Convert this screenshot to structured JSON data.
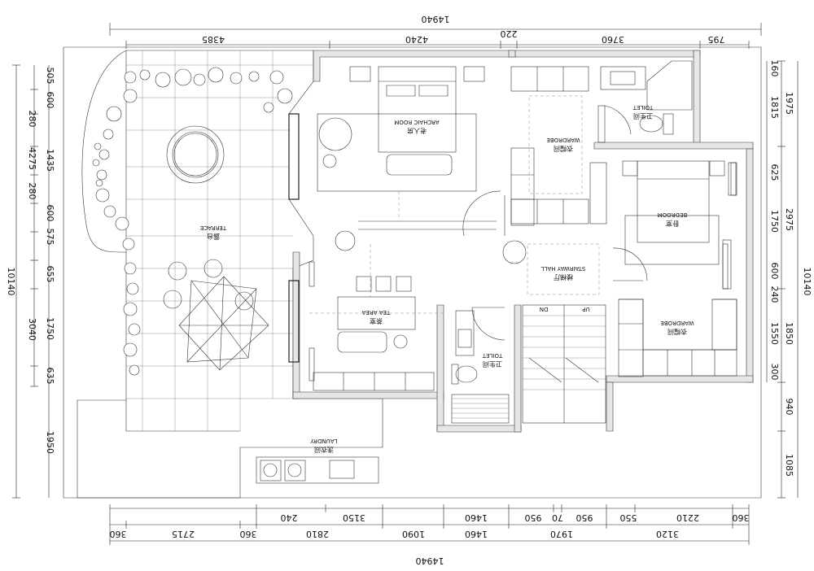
{
  "dimensions": {
    "top_total": "14940",
    "top_row": [
      "4385",
      "4240",
      "220",
      "3760",
      "795"
    ],
    "bottom_total": "14940",
    "bottom_row1": [
      "360",
      "2715",
      "360",
      "2810",
      "1090",
      "1460",
      "1970",
      "3120",
      "360"
    ],
    "bottom_row2": [
      "240",
      "3150",
      "1460",
      "950",
      "70",
      "950",
      "550",
      "2210"
    ],
    "left_total": "10140",
    "left_mid": [
      "280",
      "4275",
      "280",
      "3040"
    ],
    "left_inner": [
      "505",
      "600",
      "1435",
      "600",
      "575",
      "655",
      "1750",
      "635",
      "1950"
    ],
    "right_total": "10140",
    "right_mid": [
      "1975",
      "2975",
      "1850",
      "940",
      "1085"
    ],
    "right_inner": [
      "160",
      "1815",
      "625",
      "1750",
      "600",
      "240",
      "1550",
      "300"
    ]
  },
  "rooms": {
    "terrace": {
      "cn": "露台",
      "en": "TERRACE"
    },
    "archaic_room": {
      "cn": "老人房",
      "en": "ARCHAIC ROOM"
    },
    "wardrobe_top": {
      "cn": "衣帽间",
      "en": "WARDROBE"
    },
    "toilet_top": {
      "cn": "卫生间",
      "en": "TOILET"
    },
    "bedroom": {
      "cn": "卧室",
      "en": "BEDROOM"
    },
    "stairway_hall": {
      "cn": "楼梯厅",
      "en": "STAIRWAY HALL"
    },
    "tea_area": {
      "cn": "茶室",
      "en": "TEA AREA"
    },
    "toilet_mid": {
      "cn": "卫生间",
      "en": "TOILET"
    },
    "wardrobe_right": {
      "cn": "衣帽间",
      "en": "WARDROBE"
    },
    "laundry": {
      "cn": "洗衣间",
      "en": "LAUNDRY"
    }
  },
  "stairs": {
    "up": "UP",
    "down": "DN"
  }
}
